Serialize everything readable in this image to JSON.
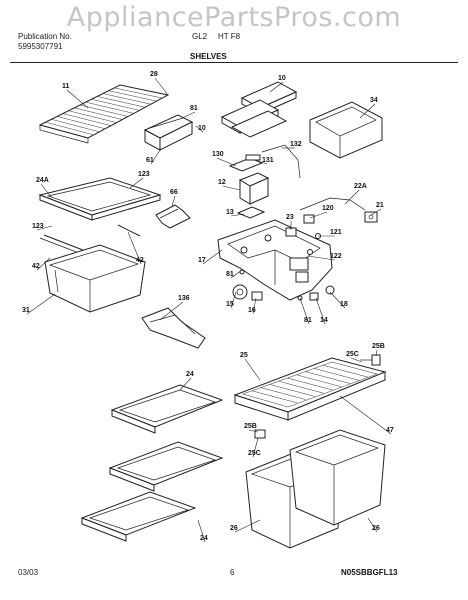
{
  "header": {
    "publication_label": "Publication No.",
    "publication_number": "5995307791",
    "model_partial": "GL2",
    "model_suffix": "HT F8",
    "section_title": "SHELVES"
  },
  "watermark": "AppliancePartsPros.com",
  "footer": {
    "date": "03/03",
    "page_number": "6",
    "drawing_code": "N05SBBGFL13"
  },
  "callouts": [
    "11",
    "28",
    "81",
    "10",
    "34",
    "10",
    "61",
    "130",
    "131",
    "132",
    "12",
    "24A",
    "123",
    "66",
    "13",
    "120",
    "22A",
    "21",
    "123",
    "23",
    "121",
    "42",
    "42",
    "17",
    "122",
    "81",
    "31",
    "136",
    "15",
    "16",
    "81",
    "14",
    "18",
    "25",
    "25C",
    "25B",
    "24",
    "47",
    "25B",
    "25C",
    "26",
    "26",
    "24"
  ]
}
